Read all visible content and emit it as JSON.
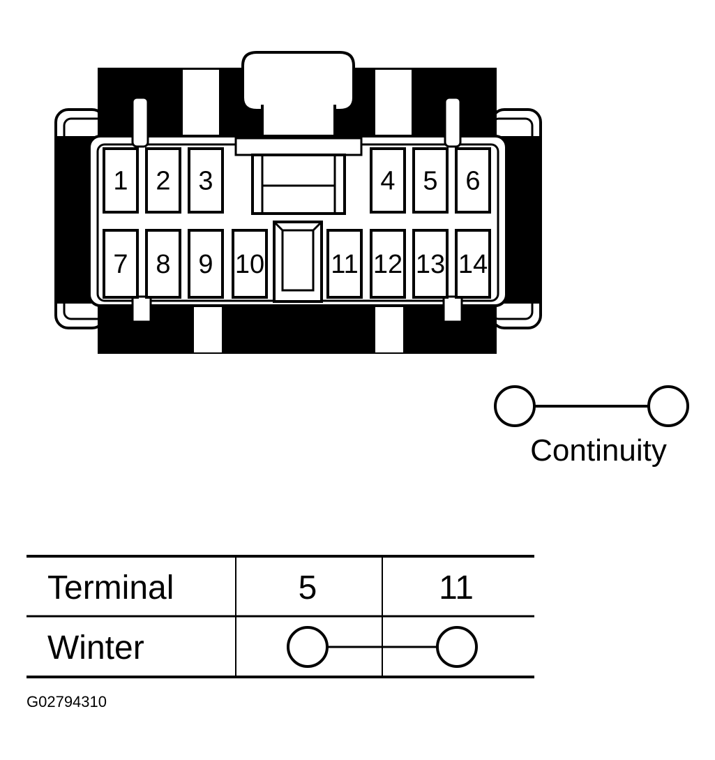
{
  "connector": {
    "pins_top": [
      "1",
      "2",
      "3",
      "4",
      "5",
      "6"
    ],
    "pins_bottom": [
      "7",
      "8",
      "9",
      "10",
      "11",
      "12",
      "13",
      "14"
    ]
  },
  "legend": {
    "label": "Continuity"
  },
  "table": {
    "header_label": "Terminal",
    "columns": [
      "5",
      "11"
    ],
    "rows": [
      {
        "label": "Winter",
        "connected": [
          "5",
          "11"
        ]
      }
    ]
  },
  "figure_code": "G02794310"
}
